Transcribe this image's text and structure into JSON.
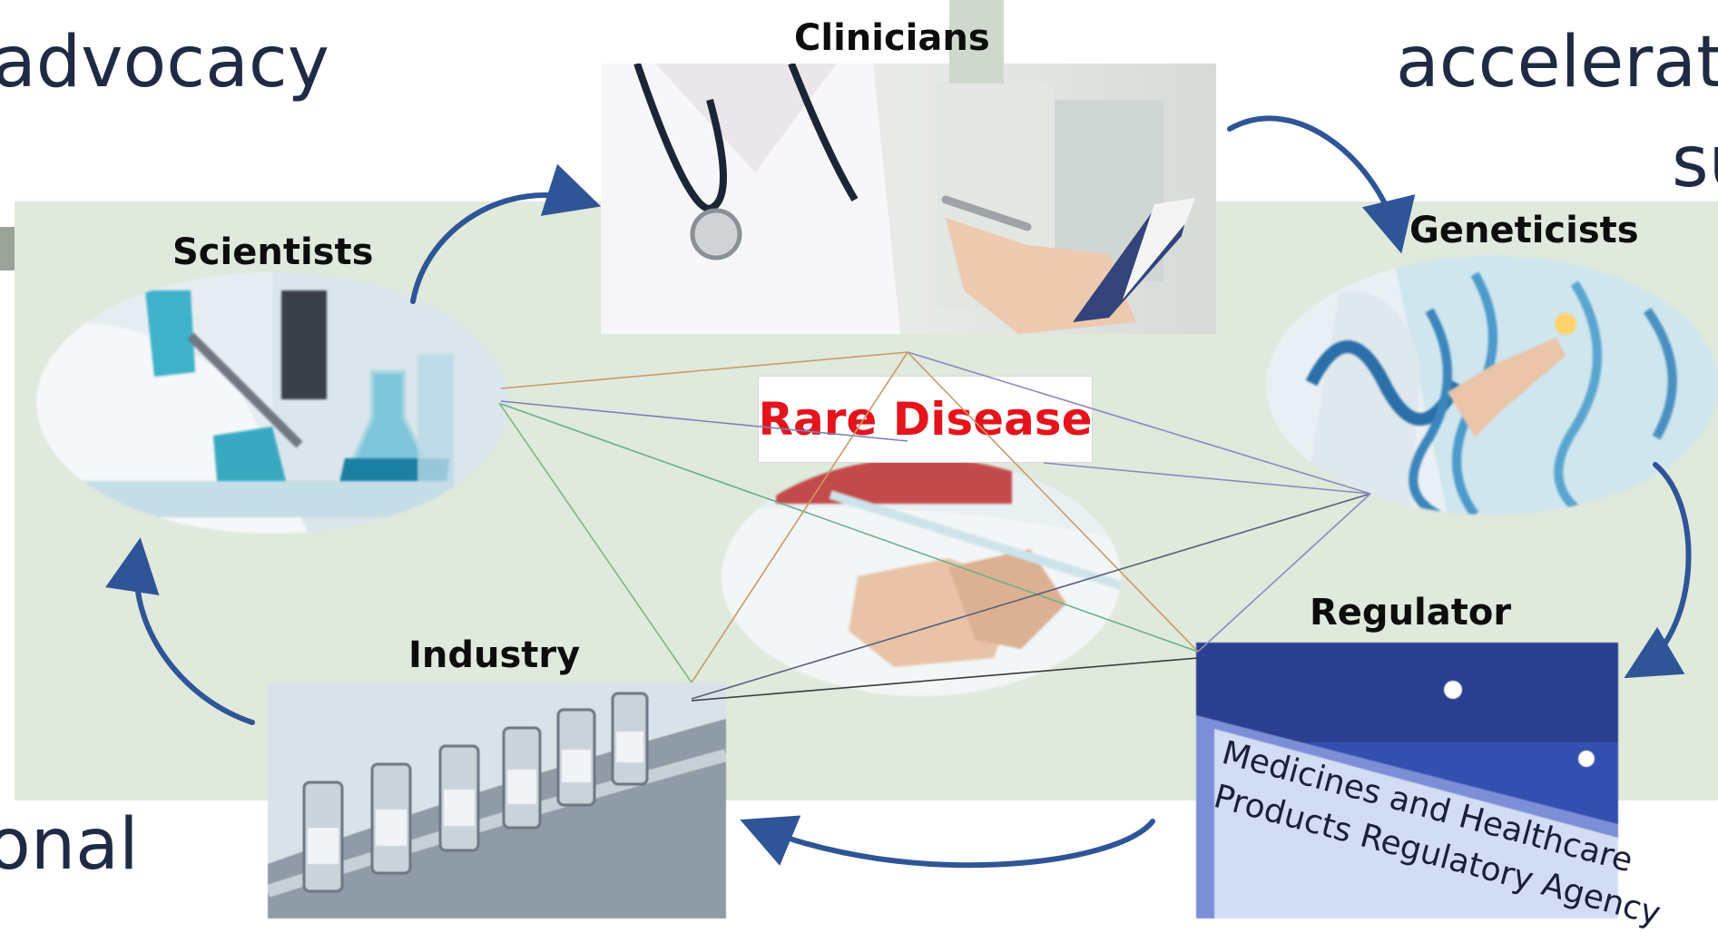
{
  "background_text": {
    "top_left": "advocacy",
    "top_right": "accelerat",
    "right_fragment": "su",
    "bottom_left": "onal"
  },
  "diagram": {
    "center": {
      "label": "Rare Disease",
      "color": "#e3141c"
    },
    "nodes": [
      {
        "id": "clinicians",
        "label": "Clinicians"
      },
      {
        "id": "scientists",
        "label": "Scientists"
      },
      {
        "id": "geneticists",
        "label": "Geneticists"
      },
      {
        "id": "industry",
        "label": "Industry"
      },
      {
        "id": "regulator",
        "label": "Regulator"
      }
    ],
    "regulator_sign": {
      "line1": "Medicines and Healthcare",
      "line2": "Products Regulatory Agency"
    },
    "arrow_color": "#2f5597",
    "band_color": "#dfe9dc"
  }
}
